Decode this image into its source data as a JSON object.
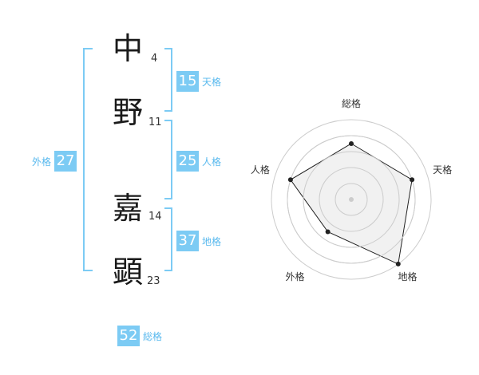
{
  "name": {
    "chars": [
      {
        "char": "中",
        "strokes": "4"
      },
      {
        "char": "野",
        "strokes": "11"
      },
      {
        "char": "嘉",
        "strokes": "14"
      },
      {
        "char": "顕",
        "strokes": "23"
      }
    ]
  },
  "fortunes": {
    "tenkaku": {
      "value": "15",
      "label": "天格"
    },
    "jinkaku": {
      "value": "25",
      "label": "人格"
    },
    "chikaku": {
      "value": "37",
      "label": "地格"
    },
    "gaikaku": {
      "value": "27",
      "label": "外格"
    },
    "soukaku": {
      "value": "52",
      "label": "総格"
    }
  },
  "radar": {
    "axes": [
      "総格",
      "天格",
      "地格",
      "外格",
      "人格"
    ],
    "values": [
      0.7,
      0.8,
      1.0,
      0.5,
      0.8
    ],
    "rings": 5,
    "colors": {
      "ring": "#cccccc",
      "fill": "#eeeeee",
      "line": "#222222",
      "center": "#cccccc"
    }
  }
}
